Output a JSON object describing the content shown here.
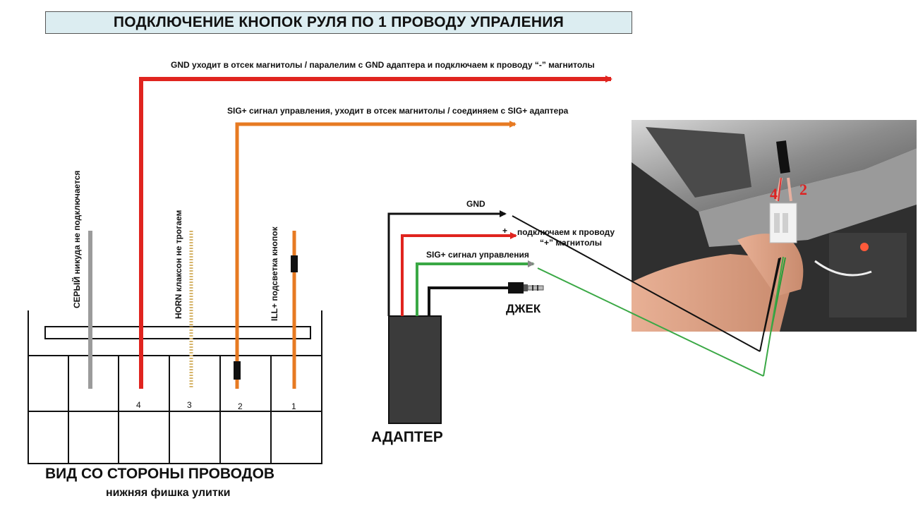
{
  "title": "ПОДКЛЮЧЕНИЕ КНОПОК РУЛЯ ПО 1 ПРОВОДУ УПРАЛЕНИЯ",
  "connector": {
    "caption": "ВИД СО СТОРОНЫ ПРОВОДОВ",
    "subcaption": "нижняя фишка улитки",
    "pins": [
      "4",
      "3",
      "2",
      "1"
    ],
    "wire_labels": {
      "grey": "СЕРЫЙ никуда не подключается",
      "horn": "HORN  клаксон не трогаем",
      "ill": "ILL+ подсветка кнопок"
    }
  },
  "arrows": {
    "gnd_top": "GND уходит в отсек магнитолы / паралелим с GND адаптера и подключаем к проводу “-” магнитолы",
    "sig_top": "SIG+ сигнал управления, уходит в отсек магнитолы / соединяем с SIG+ адаптера",
    "gnd_adapter": "GND",
    "plus_sign": "+",
    "plus_line1": "подключаем к проводу",
    "plus_line2": "“+” магнитолы",
    "sig_adapter": "SIG+ сигнал управления",
    "jack": "ДЖЕК"
  },
  "adapter": {
    "label": "АДАПТЕР"
  },
  "photo": {
    "pin_left": "4",
    "pin_right": "2"
  },
  "colors": {
    "red": "#e0241f",
    "orange": "#e77a22",
    "green": "#3aa845",
    "grey": "#9b9b9b",
    "horn": "#d6b46a",
    "black": "#111111",
    "title_bg": "#dcedf1"
  }
}
